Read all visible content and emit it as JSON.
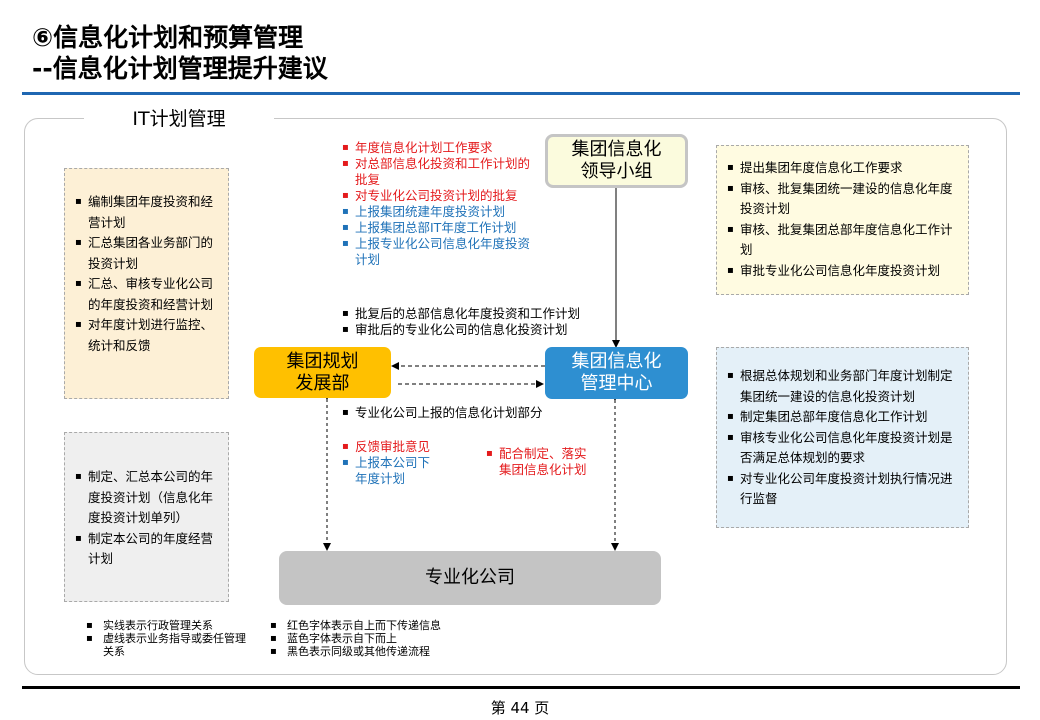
{
  "title": {
    "line1": "⑥信息化计划和预算管理",
    "line2": "--信息化计划管理提升建议"
  },
  "frame_label": "IT计划管理",
  "nodes": {
    "leadership": "集团信息化\n领导小组",
    "planning": "集团规划\n发展部",
    "center": "集团信息化\n管理中心",
    "specialized": "专业化公司"
  },
  "left_top_box": [
    "编制集团年度投资和经营计划",
    "汇总集团各业务部门的投资计划",
    "汇总、审核专业化公司的年度投资和经营计划",
    "对年度计划进行监控、统计和反馈"
  ],
  "left_bottom_box": [
    "制定、汇总本公司的年度投资计划（信息化年度投资计划单列）",
    "制定本公司的年度经营计划"
  ],
  "right_top_box": [
    "提出集团年度信息化工作要求",
    "审核、批复集团统一建设的信息化年度投资计划",
    "审核、批复集团总部年度信息化工作计划",
    "审批专业化公司信息化年度投资计划"
  ],
  "right_bottom_box": [
    "根据总体规划和业务部门年度计划制定集团统一建设的信息化投资计划",
    "制定集团总部年度信息化工作计划",
    "审核专业化公司信息化年度投资计划是否满足总体规划的要求",
    "对专业化公司年度投资计划执行情况进行监督"
  ],
  "flow_top": {
    "red": [
      "年度信息化计划工作要求",
      "对总部信息化投资和工作计划的批复",
      "对专业化公司投资计划的批复"
    ],
    "blue": [
      "上报集团统建年度投资计划",
      "上报集团总部IT年度工作计划",
      "上报专业化公司信息化年度投资计划"
    ]
  },
  "flow_middle": [
    "批复后的总部信息化年度投资和工作计划",
    "审批后的专业化公司的信息化投资计划"
  ],
  "flow_lower": "专业化公司上报的信息化计划部分",
  "flow_left_red": "反馈审批意见",
  "flow_left_blue": "上报本公司下年度计划",
  "flow_right_red": "配合制定、落实集团信息化计划",
  "legend_left": [
    "实线表示行政管理关系",
    "虚线表示业务指导或委任管理关系"
  ],
  "legend_right": [
    "红色字体表示自上而下传递信息",
    "蓝色字体表示自下而上",
    "黑色表示同级或其他传递流程"
  ],
  "footer": {
    "page_label": "第 44 页"
  },
  "colors": {
    "accent_rule": "#1f67b2",
    "planning_node": "#ffc000",
    "center_node": "#2e8fd1",
    "red_text": "#e41a1c",
    "blue_text": "#1f72b8"
  }
}
